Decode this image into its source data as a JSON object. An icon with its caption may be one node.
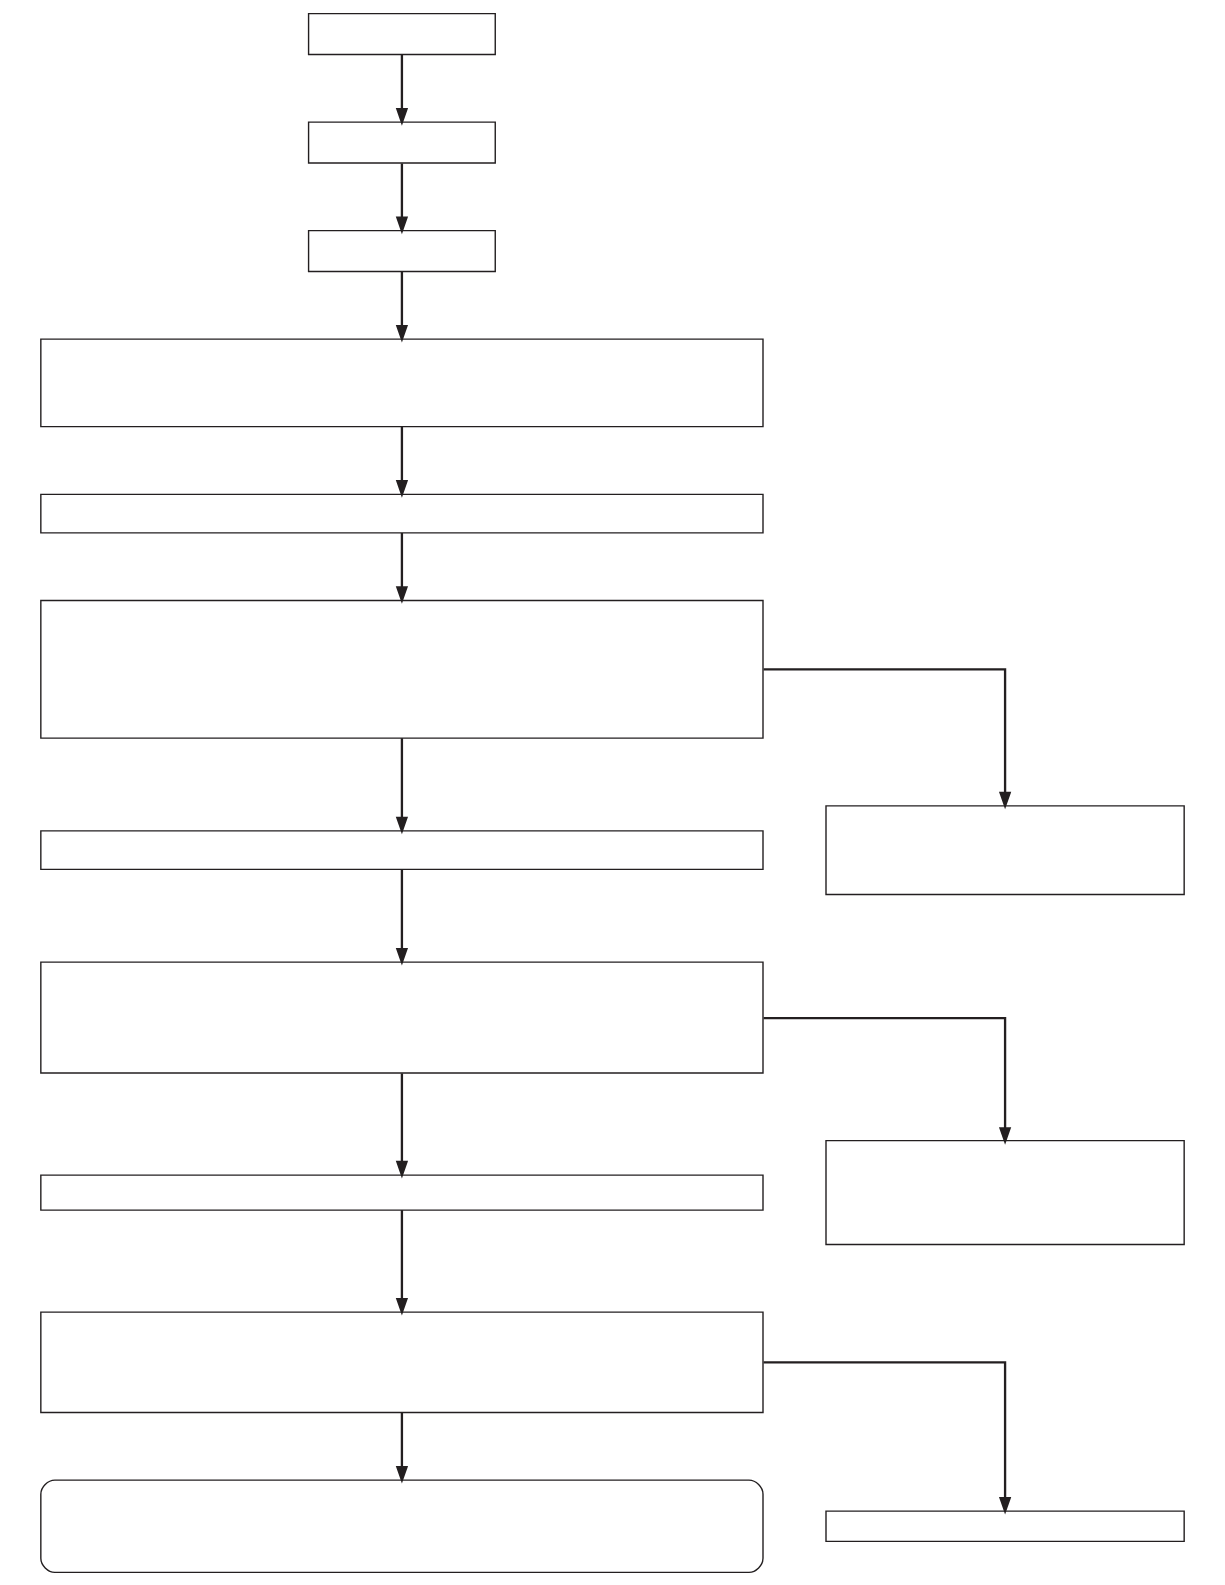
{
  "diagram": {
    "nodes": [
      {
        "text": [],
        "shape": "box"
      },
      {
        "text": [],
        "shape": "box"
      },
      {
        "text": [],
        "shape": "box"
      },
      {
        "text": [],
        "shape": "box"
      },
      {
        "text": [],
        "shape": "box"
      },
      {
        "text": [],
        "shape": "box"
      },
      {
        "text": [],
        "shape": "box"
      },
      {
        "text": [],
        "shape": "box"
      },
      {
        "text": [],
        "shape": "box"
      },
      {
        "text": [],
        "shape": "box"
      },
      {
        "text": [],
        "shape": "box"
      },
      {
        "text": [],
        "shape": "box"
      },
      {
        "text": [],
        "shape": "stadium"
      },
      {
        "text": [],
        "shape": "box"
      }
    ],
    "edges": [
      {
        "from": 0,
        "to": 1,
        "arrow": "to"
      },
      {
        "from": 1,
        "to": 2,
        "arrow": "to"
      },
      {
        "from": 2,
        "to": 3,
        "arrow": "to"
      },
      {
        "from": 3,
        "to": 4,
        "arrow": "to"
      },
      {
        "from": 4,
        "to": 5,
        "arrow": "to"
      },
      {
        "from": 5,
        "to": 6,
        "arrow": "to"
      },
      {
        "from": 5,
        "to": 7,
        "arrow": "to"
      },
      {
        "from": 6,
        "to": 8,
        "arrow": "to"
      },
      {
        "from": 8,
        "to": 9,
        "arrow": "to"
      },
      {
        "from": 8,
        "to": 10,
        "arrow": "to"
      },
      {
        "from": 9,
        "to": 11,
        "arrow": "to"
      },
      {
        "from": 11,
        "to": 12,
        "arrow": "to"
      },
      {
        "from": 11,
        "to": 13,
        "arrow": "to"
      }
    ]
  }
}
